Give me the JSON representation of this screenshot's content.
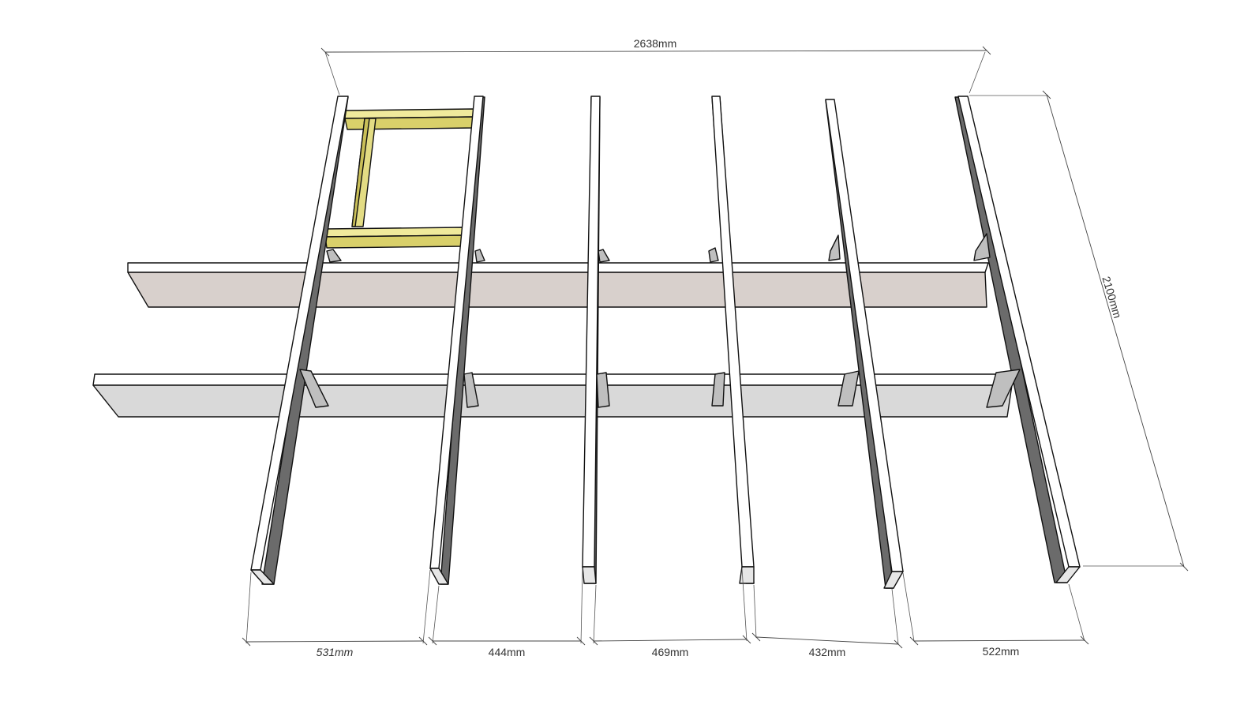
{
  "dimensions": {
    "overall_width": "2638mm",
    "overall_length": "2100mm",
    "spacings": [
      "531mm",
      "444mm",
      "469mm",
      "432mm",
      "522mm"
    ]
  },
  "colors": {
    "joist_top": "#ffffff",
    "joist_side": "#6b6b6b",
    "beam_face_back": "#d8d0cc",
    "beam_face_front": "#d9d9d9",
    "trimmer_frame": "#e3dc84",
    "hanger": "#bfbfbf"
  }
}
